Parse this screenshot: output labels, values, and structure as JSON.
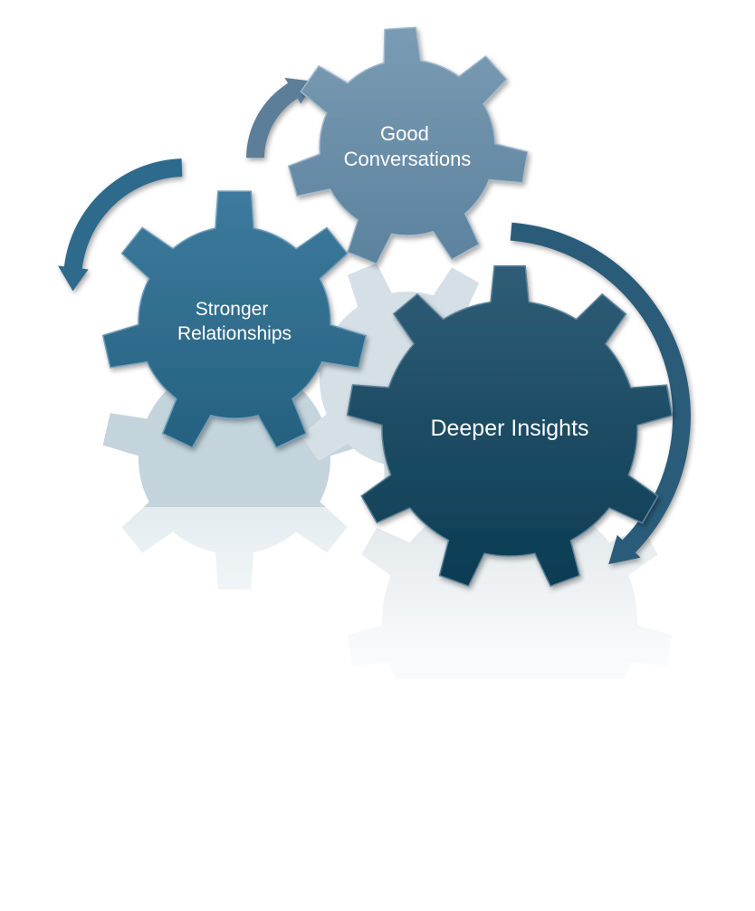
{
  "diagram": {
    "gears": [
      {
        "id": "good-conversations",
        "lines": [
          "Good",
          "Conversations"
        ],
        "color_top": "#7597AF",
        "color_bottom": "#5F85A0"
      },
      {
        "id": "stronger-relationships",
        "lines": [
          "Stronger",
          "Relationships"
        ],
        "color_top": "#3A7699",
        "color_bottom": "#286586"
      },
      {
        "id": "deeper-insights",
        "lines": [
          "Deeper Insights"
        ],
        "color_top": "#2D5A74",
        "color_bottom": "#0C3E54"
      }
    ],
    "arrows": [
      {
        "id": "arrow-to-good-conversations",
        "color": "#5B7E99"
      },
      {
        "id": "arrow-to-stronger-relationships",
        "color": "#2F6A8C"
      },
      {
        "id": "arrow-to-deeper-insights",
        "color": "#2A5C79"
      }
    ]
  }
}
